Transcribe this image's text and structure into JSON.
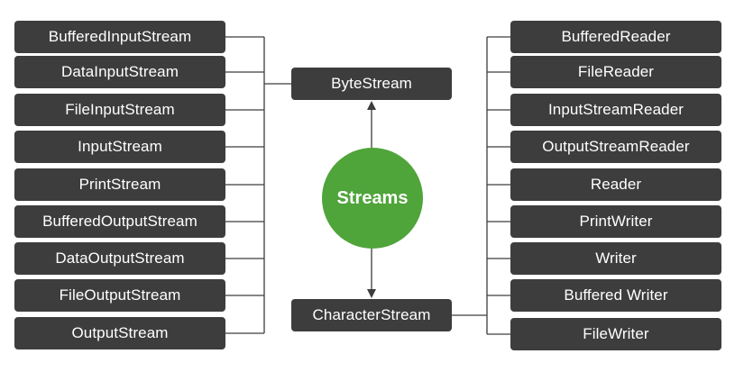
{
  "center": {
    "label": "Streams",
    "color": "#4fa43a"
  },
  "byte_stream": {
    "label": "ByteStream"
  },
  "character_stream": {
    "label": "CharacterStream"
  },
  "byte_classes": [
    "BufferedInputStream",
    "DataInputStream",
    "FileInputStream",
    "InputStream",
    "PrintStream",
    "BufferedOutputStream",
    "DataOutputStream",
    "FileOutputStream",
    "OutputStream"
  ],
  "character_classes": [
    "BufferedReader",
    "FileReader",
    "InputStreamReader",
    "OutputStreamReader",
    "Reader",
    "PrintWriter",
    "Writer",
    "Buffered Writer",
    "FileWriter"
  ],
  "colors": {
    "box": "#3d3d3d",
    "line": "#3d3d3d"
  }
}
